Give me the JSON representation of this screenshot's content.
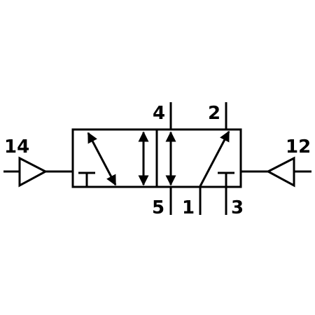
{
  "diagram": {
    "type": "pneumatic-valve-symbol",
    "ports": {
      "pilot_left": "14",
      "pilot_right": "12",
      "port_4": "4",
      "port_2": "2",
      "port_5": "5",
      "port_1": "1",
      "port_3": "3"
    },
    "colors": {
      "stroke": "#000000",
      "background": "#ffffff"
    }
  }
}
